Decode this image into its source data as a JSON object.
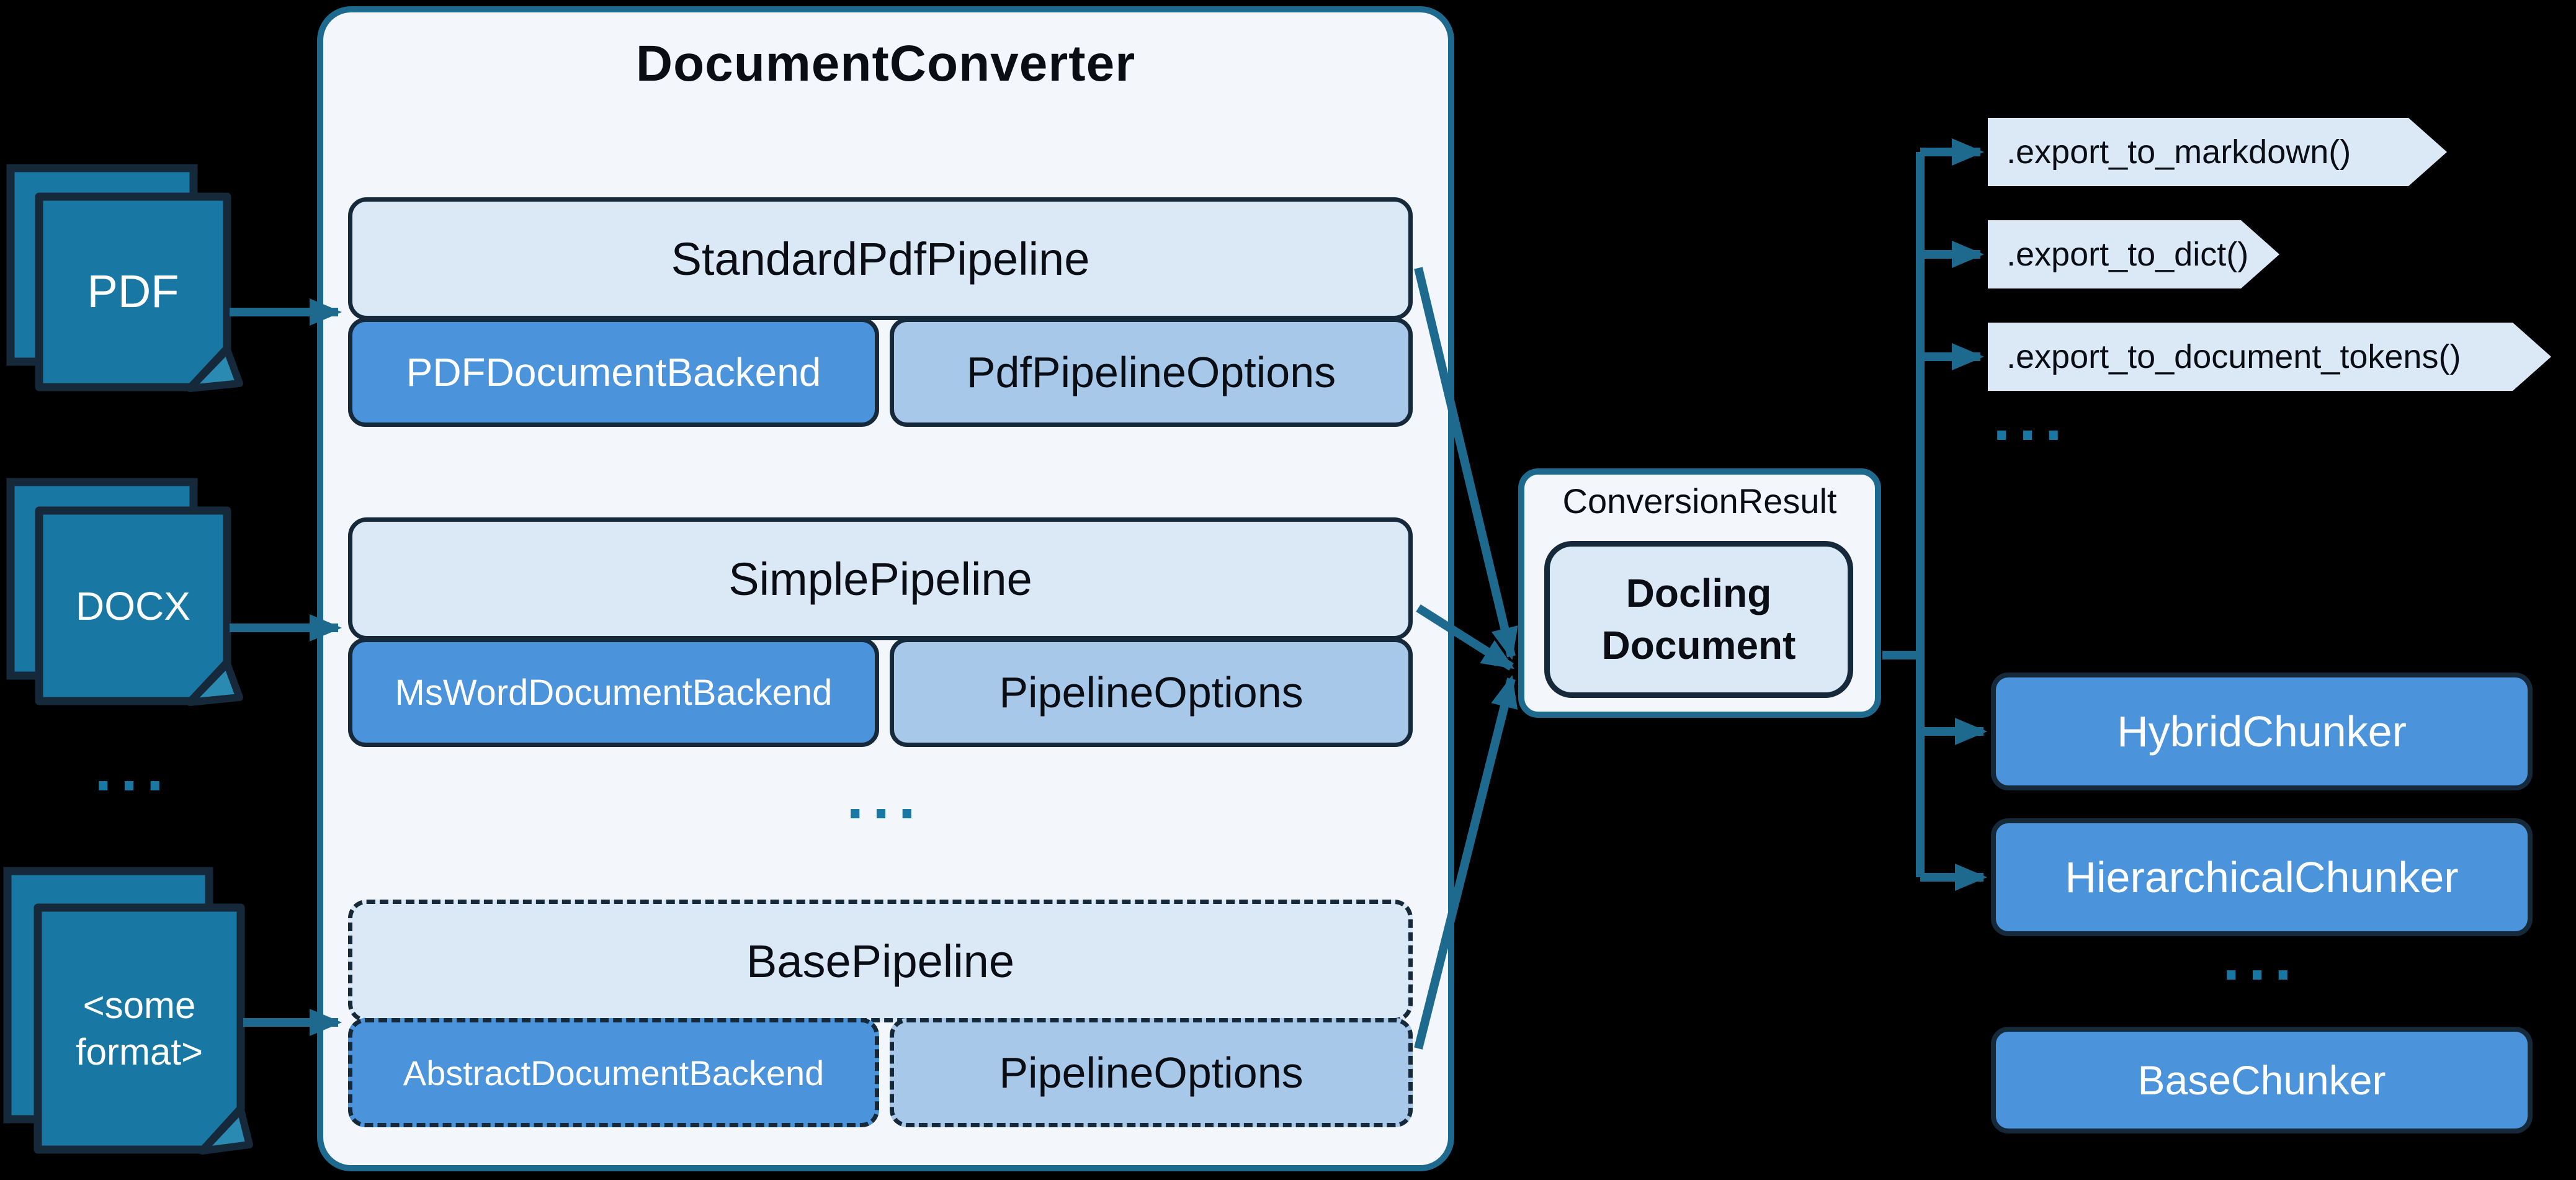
{
  "colors": {
    "background": "#000000",
    "accent_teal": "#1d6a8e",
    "icon_teal": "#1878a3",
    "dark_outline": "#15293a",
    "panel_bg": "#f3f7fc",
    "light_blue": "#dbe8f6",
    "mid_blue": "#4b93da",
    "soft_blue": "#a7c8e8"
  },
  "inputs": {
    "pdf": {
      "label": "PDF"
    },
    "docx": {
      "label": "DOCX"
    },
    "ellipsis": "...",
    "some_format": {
      "line1": "<some",
      "line2": "format>"
    }
  },
  "converter": {
    "title": "DocumentConverter",
    "ellipsis": "...",
    "pipelines": [
      {
        "name": "StandardPdfPipeline",
        "backend": "PDFDocumentBackend",
        "options": "PdfPipelineOptions"
      },
      {
        "name": "SimplePipeline",
        "backend": "MsWordDocumentBackend",
        "options": "PipelineOptions"
      },
      {
        "name": "BasePipeline",
        "backend": "AbstractDocumentBackend",
        "options": "PipelineOptions"
      }
    ]
  },
  "result": {
    "label": "ConversionResult",
    "document_line1": "Docling",
    "document_line2": "Document"
  },
  "exports": {
    "methods": [
      {
        "label": ".export_to_markdown()"
      },
      {
        "label": ".export_to_dict()"
      },
      {
        "label": ".export_to_document_tokens()"
      }
    ],
    "ellipsis": "..."
  },
  "chunkers": {
    "items": [
      {
        "label": "HybridChunker"
      },
      {
        "label": "HierarchicalChunker"
      }
    ],
    "ellipsis": "...",
    "base": {
      "label": "BaseChunker"
    }
  }
}
